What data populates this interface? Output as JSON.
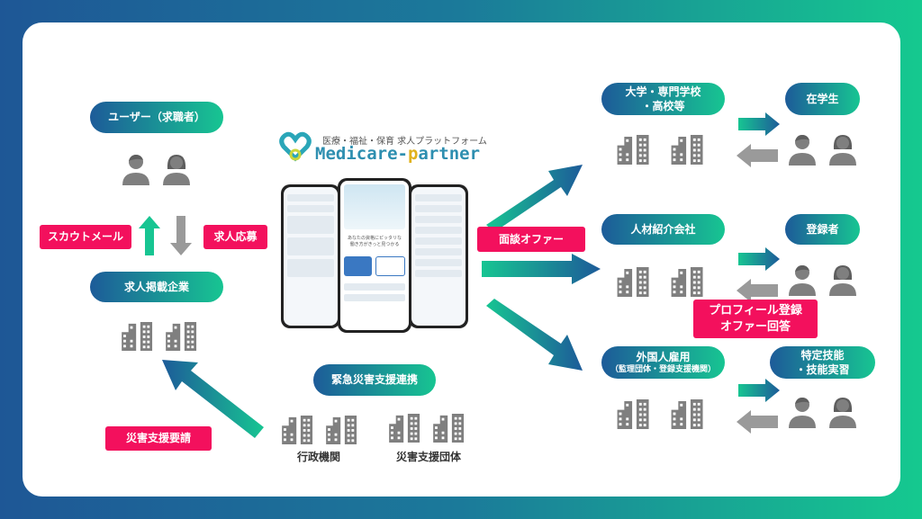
{
  "logo": {
    "tagline": "医療・福祉・保育 求人プラットフォーム",
    "name_part1": "Medicare-",
    "name_p": "p",
    "name_part2": "artner"
  },
  "left": {
    "user_pill": "ユーザー（求職者）",
    "scout_mail": "スカウトメール",
    "apply": "求人応募",
    "company_pill": "求人掲載企業",
    "disaster_request": "災害支援要請"
  },
  "bottom": {
    "emergency_pill": "緊急災害支援連携",
    "gov": "行政機関",
    "support_org": "災害支援団体"
  },
  "center": {
    "interview_offer": "面談オファー",
    "phone_headline1": "あなたの資格にピッタリな",
    "phone_headline2": "働き方がきっと見つかる"
  },
  "right": {
    "row1": {
      "org_line1": "大学・専門学校",
      "org_line2": "・高校等",
      "person": "在学生"
    },
    "row2": {
      "org": "人材紹介会社",
      "person": "登録者"
    },
    "profile_line1": "プロフィール登録",
    "profile_line2": "オファー回答",
    "row3": {
      "org_line1": "外国人雇用",
      "org_line2": "（監理団体・登録支援機関）",
      "person_line1": "特定技能",
      "person_line2": "・技能実習"
    }
  },
  "colors": {
    "blue": "#1d5b99",
    "green": "#17c592",
    "pink": "#f3105d",
    "gray": "#8a8a8a"
  }
}
